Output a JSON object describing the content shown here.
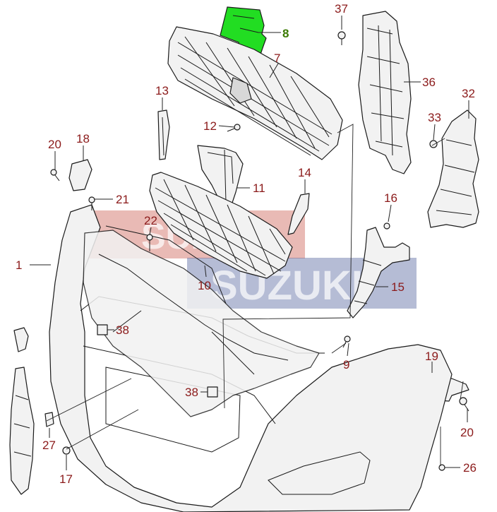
{
  "colors": {
    "callout": "#8b1a1a",
    "highlight_fill": "#22dd22",
    "highlight_label": "#3a7a00",
    "watermark_red": "#c0392b",
    "watermark_blue": "#2c3e86"
  },
  "highlighted_part": "8",
  "callouts": {
    "c1": "1",
    "c7": "7",
    "c8": "8",
    "c9": "9",
    "c10": "10",
    "c11": "11",
    "c12": "12",
    "c13": "13",
    "c14": "14",
    "c15": "15",
    "c16": "16",
    "c17": "17",
    "c18": "18",
    "c19": "19",
    "c20a": "20",
    "c20b": "20",
    "c21": "21",
    "c22": "22",
    "c26": "26",
    "c27": "27",
    "c32": "32",
    "c33": "33",
    "c36": "36",
    "c37": "37",
    "c38a": "38",
    "c38b": "38"
  },
  "watermark": {
    "line1": "SUZU",
    "line2": "SUZUKI"
  }
}
